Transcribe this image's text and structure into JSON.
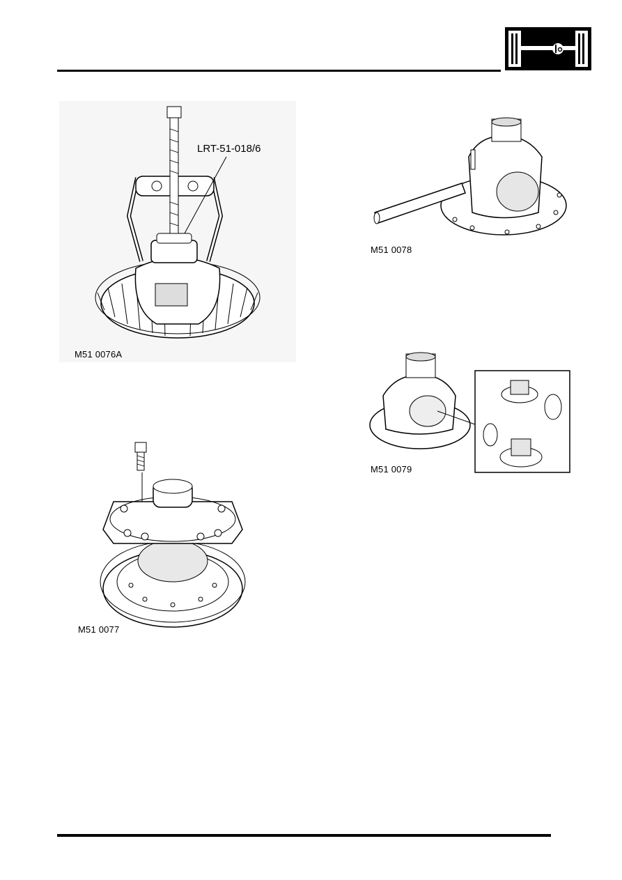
{
  "header": {
    "section_icon": "axle-differential-icon"
  },
  "figures": {
    "fig1": {
      "caption": "M51 0076A",
      "callout": "LRT-51-018/6"
    },
    "fig2": {
      "caption": "M51 0077"
    },
    "fig3": {
      "caption": "M51 0078"
    },
    "fig4": {
      "caption": "M51 0079"
    }
  }
}
